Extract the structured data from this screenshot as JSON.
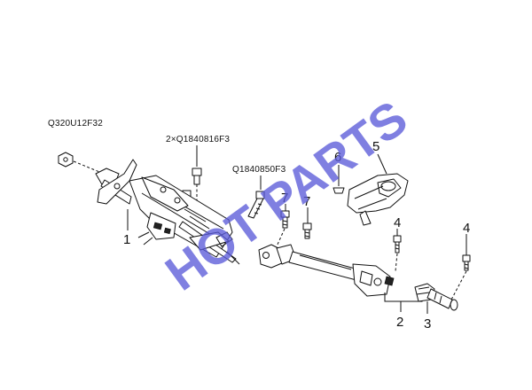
{
  "part_codes": {
    "nut": "Q320U12F32",
    "bolts_pair": "2×Q1840816F3",
    "bolt_single": "Q1840850F3"
  },
  "callouts": {
    "column": "1",
    "intermediate_shaft": "2",
    "lower_joint": "3",
    "bolt_left": "4",
    "bolt_right": "4",
    "cover": "5",
    "clip": "6",
    "screw_left": "7",
    "screw_right": "7"
  },
  "watermark": {
    "text": "HOT PARTS",
    "color": "#5b5bd8"
  }
}
